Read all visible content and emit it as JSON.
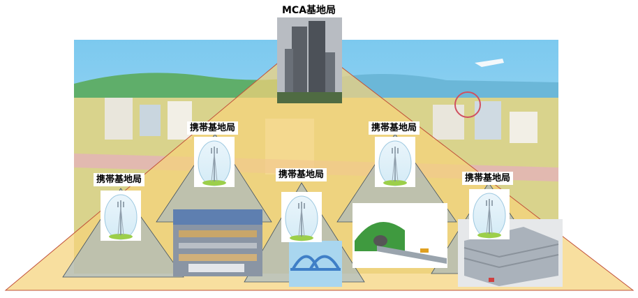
{
  "mca_station": {
    "label": "MCA基地局"
  },
  "mobile_stations": [
    {
      "label": "携帯基地局"
    },
    {
      "label": "携帯基地局"
    },
    {
      "label": "携帯基地局"
    },
    {
      "label": "携帯基地局"
    },
    {
      "label": "携帯基地局"
    }
  ],
  "colors": {
    "coverage_mca": "#f5d27a",
    "coverage_mobile": "#9fb7c9",
    "sky": "#8fd0ee",
    "outline": "#c0503a"
  }
}
